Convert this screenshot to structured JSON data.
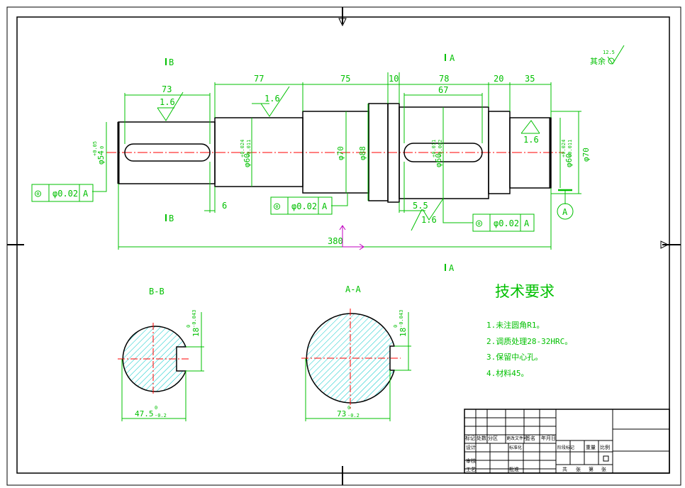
{
  "colors": {
    "outline": "#000000",
    "dimension": "#00c000",
    "centerline": "#ff0000",
    "hatch": "#00c8c8",
    "axis_marker": "#c000c0"
  },
  "dims": {
    "top": [
      "77",
      "75",
      "10",
      "78",
      "20",
      "35"
    ],
    "key1_len": "73",
    "key2_len": "67",
    "gap6": "6",
    "gap55": "5.5",
    "overall": "380"
  },
  "diameters": {
    "d54": "φ54",
    "d54_tol_up": "+0.05",
    "d54_tol_low": "0",
    "d60": "φ60",
    "d60_tol_up": "+0.024",
    "d60_tol_low": "+0.011",
    "d70": "φ70",
    "d88": "φ88",
    "d60b": "φ60",
    "d60b_tol_up": "+0.011",
    "d60b_tol_low": "+0.002",
    "d60c": "φ60",
    "d60c_tol_up": "+0.024",
    "d60c_tol_low": "+0.011",
    "d70r": "φ70"
  },
  "roughness": {
    "r1": "1.6",
    "r2": "1.6",
    "r3": "1.6",
    "r4": "1.6",
    "other_label": "其余",
    "other_value": "12.5"
  },
  "tolerance_frames": [
    {
      "symbol": "◎",
      "value": "φ0.02",
      "datum": "A"
    },
    {
      "symbol": "◎",
      "value": "φ0.02",
      "datum": "A"
    },
    {
      "symbol": "◎",
      "value": "φ0.02",
      "datum": "A"
    }
  ],
  "datum_symbol": "A",
  "section_marks": {
    "b_top": "B",
    "b_bottom": "B",
    "a_top": "A",
    "a_bottom": "A"
  },
  "sections": {
    "bb_title": "B-B",
    "bb_width": "47.5",
    "bb_width_tol_up": "0",
    "bb_width_tol_low": "-0.2",
    "bb_key": "18",
    "bb_key_tol_up": "0",
    "bb_key_tol_low": "-0.043",
    "aa_title": "A-A",
    "aa_width": "73",
    "aa_width_tol_up": "0",
    "aa_width_tol_low": "-0.2",
    "aa_key": "18",
    "aa_key_tol_up": "0",
    "aa_key_tol_low": "-0.043"
  },
  "tech_requirements": {
    "title": "技术要求",
    "items": [
      "1.未注圆角R1。",
      "2.调质处理28-32HRC。",
      "3.保留中心孔。",
      "4.材料45。"
    ]
  },
  "title_block": {
    "row_labels": [
      "标记",
      "处数",
      "分区",
      "更改文件号",
      "签名",
      "年月日"
    ],
    "design": "设计",
    "standard": "标准化",
    "stage": "阶段标记",
    "weight": "重量",
    "scale": "比例",
    "review": "审核",
    "process": "工艺",
    "approve": "批准",
    "sheet_total": "共",
    "sheet_no": "张",
    "page_word": "第",
    "page_no": "张"
  }
}
